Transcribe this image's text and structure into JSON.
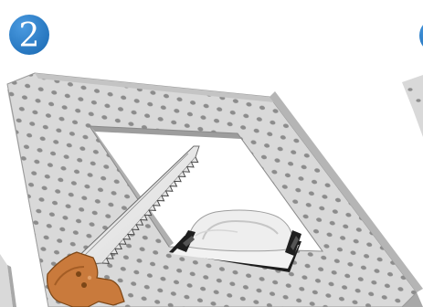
{
  "step": {
    "number": "2",
    "badge_color": "#1f6fb8"
  },
  "next_step_badge_color": "#1f6fb8",
  "colors": {
    "panel_face": "#d9d9d9",
    "panel_edge": "#a8a8a8",
    "panel_hole": "#8c8c8c",
    "saw_blade": "#ededed",
    "saw_handle": "#c97a3c",
    "sanding_block": "#eeeeee",
    "sanding_clip": "#222222"
  },
  "icons": {
    "perforated_panel": "perforated-panel-illustration",
    "saw": "hand-saw-illustration",
    "sander": "sanding-block-illustration"
  }
}
